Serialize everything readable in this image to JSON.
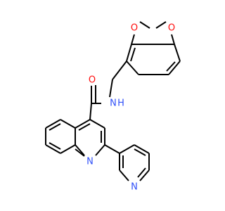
{
  "molecule": {
    "atoms": [
      {
        "id": "O1",
        "label": "O",
        "color": "#FF0D0D"
      },
      {
        "id": "O2",
        "label": "O",
        "color": "#FF0D0D"
      },
      {
        "id": "O3",
        "label": "O",
        "color": "#FF0D0D"
      },
      {
        "id": "N1",
        "label": "N",
        "color": "#3050F8"
      },
      {
        "id": "H1",
        "label": "H",
        "color": "#3050F8"
      },
      {
        "id": "N2",
        "label": "N",
        "color": "#3050F8"
      },
      {
        "id": "N3",
        "label": "N",
        "color": "#3050F8"
      }
    ],
    "bond_color": "#000000"
  }
}
